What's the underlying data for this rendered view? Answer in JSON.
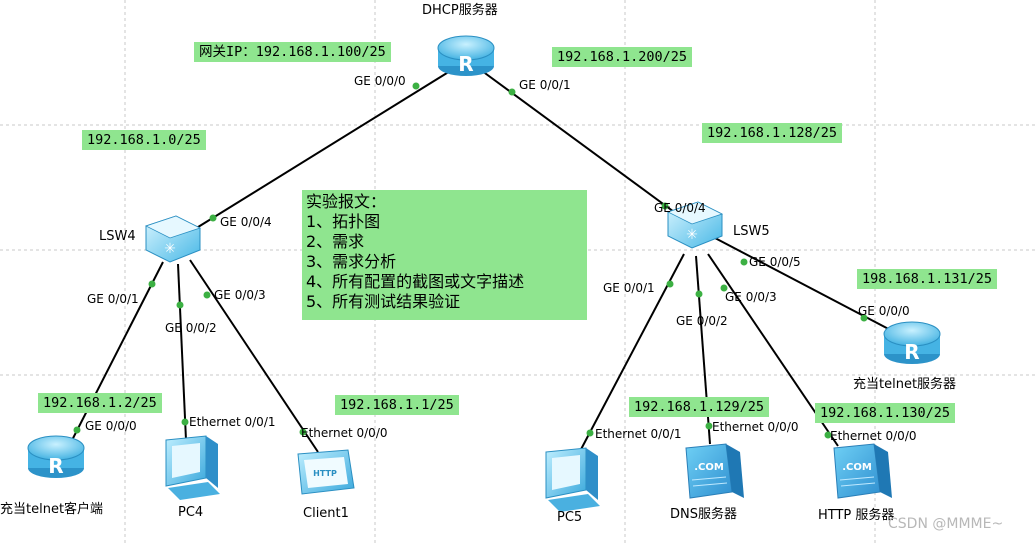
{
  "devices": {
    "dhcp_server": "DHCP服务器",
    "lsw4": "LSW4",
    "lsw5": "LSW5",
    "telnet_client": "充当telnet客户端",
    "pc4": "PC4",
    "client1": "Client1",
    "pc5": "PC5",
    "dns_server": "DNS服务器",
    "http_server": "HTTP 服务器",
    "telnet_server": "充当telnet服务器"
  },
  "ports": {
    "dhcp_ge000": "GE 0/0/0",
    "dhcp_ge001": "GE 0/0/1",
    "lsw4_ge004": "GE 0/0/4",
    "lsw4_ge001": "GE 0/0/1",
    "lsw4_ge002": "GE 0/0/2",
    "lsw4_ge003": "GE 0/0/3",
    "lsw5_ge004": "GE 0/0/4",
    "lsw5_ge001": "GE 0/0/1",
    "lsw5_ge002": "GE 0/0/2",
    "lsw5_ge003": "GE 0/0/3",
    "lsw5_ge005": "GE 0/0/5",
    "telnet_client_ge000": "GE 0/0/0",
    "pc4_eth": "Ethernet 0/0/1",
    "client1_eth": "Ethernet 0/0/0",
    "pc5_eth": "Ethernet 0/0/1",
    "dns_eth": "Ethernet 0/0/0",
    "http_eth": "Ethernet 0/0/0",
    "telnet_server_ge000": "GE 0/0/0"
  },
  "ip_tags": {
    "gateway": "网关IP：192.168.1.100/25",
    "dhcp_right": "192.168.1.200/25",
    "left_subnet": "192.168.1.0/25",
    "right_subnet": "192.168.1.128/25",
    "telnet_server": "198.168.1.131/25",
    "telnet_client": "192.168.1.2/25",
    "client1": "192.168.1.1/25",
    "dns": "192.168.1.129/25",
    "http": "192.168.1.130/25"
  },
  "note": {
    "title": "实验报文：",
    "items": [
      "1、拓扑图",
      "2、需求",
      "3、需求分析",
      "4、所有配置的截图或文字描述",
      "5、所有测试结果验证"
    ]
  },
  "watermark": "CSDN @MMME~",
  "colors": {
    "tag_bg": "#8fe58f",
    "port_dot": "#3cb043",
    "device_blue": "#5fc8ef"
  }
}
